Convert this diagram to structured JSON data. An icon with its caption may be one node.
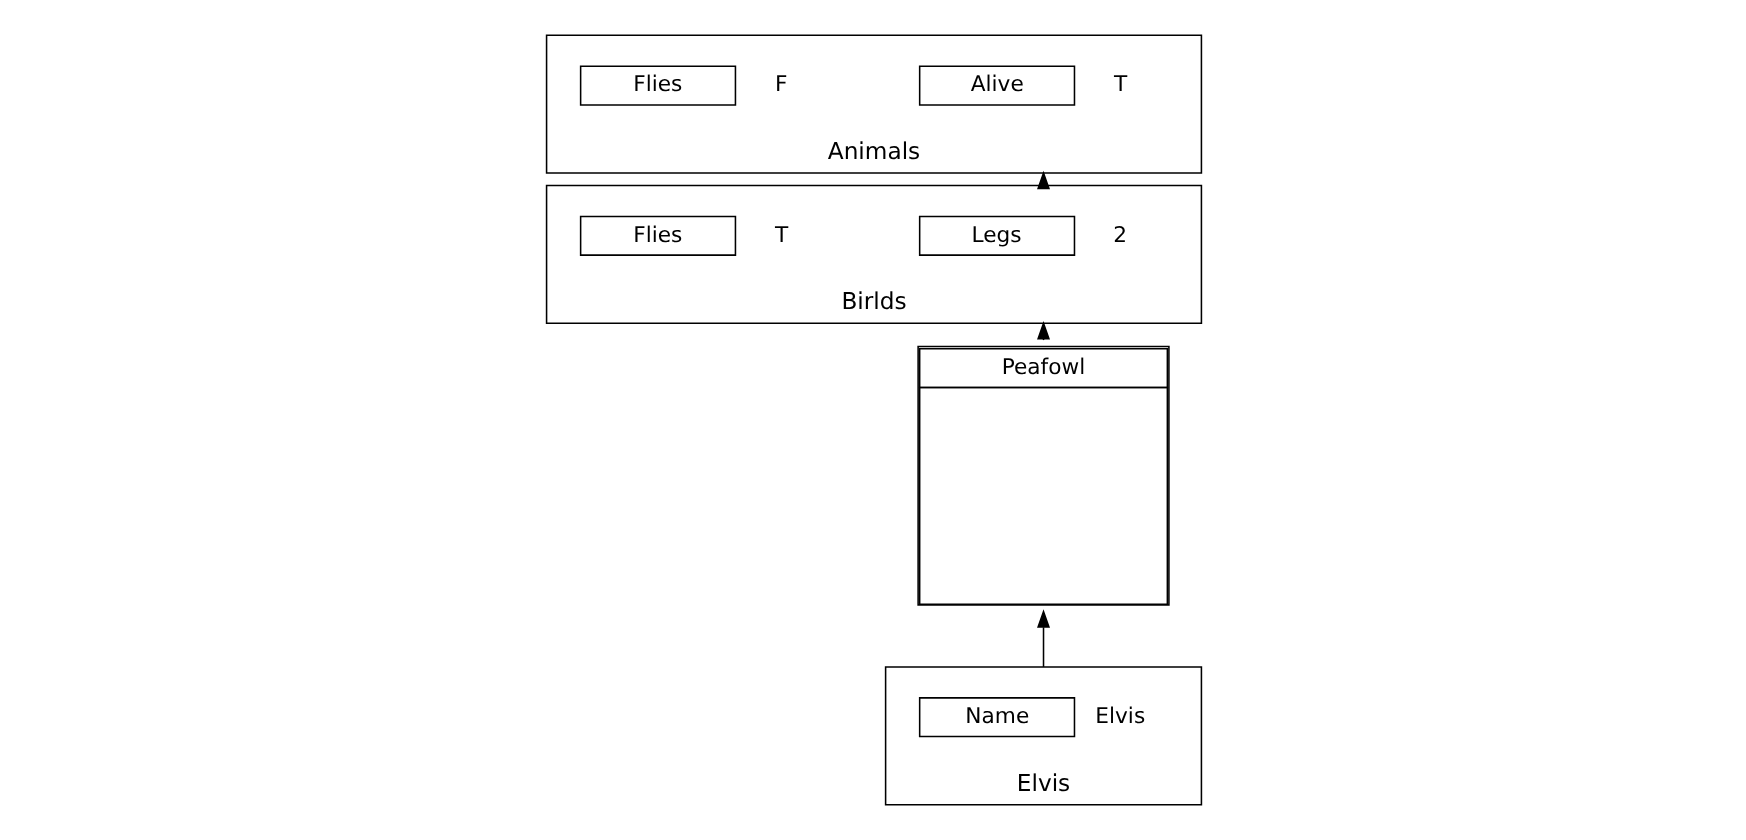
{
  "diagram": {
    "nodes": [
      {
        "text": [
          "Animals"
        ]
      },
      {
        "text": [
          "Alive"
        ],
        "in": 0,
        "beside": [
          "T"
        ]
      },
      {
        "text": [
          "Flies"
        ],
        "in": 0,
        "beside": [
          "F"
        ]
      },
      {
        "text": [
          "Birlds"
        ]
      },
      {
        "text": [
          "Legs"
        ],
        "in": 3,
        "beside": [
          "2"
        ]
      },
      {
        "text": [
          "Flies"
        ],
        "in": 3,
        "beside": [
          "T"
        ]
      },
      {
        "text": [
          "Peafowl"
        ]
      },
      {
        "text": [
          "Elvis"
        ]
      },
      {
        "text": [
          "Name"
        ],
        "in": 7,
        "beside": [
          "Elvis"
        ]
      }
    ],
    "edges": [
      {
        "from": 3,
        "to": 0,
        "arrow": "to"
      },
      {
        "from": 6,
        "to": 3,
        "arrow": "to"
      },
      {
        "from": 7,
        "to": 6,
        "arrow": "to"
      }
    ]
  }
}
